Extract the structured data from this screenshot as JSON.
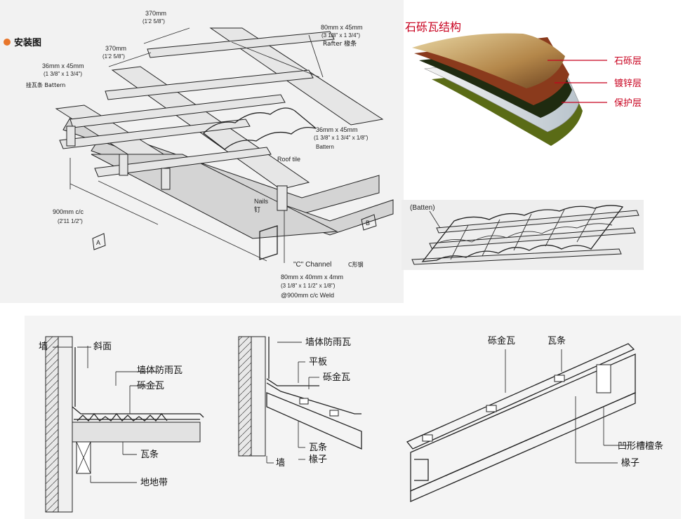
{
  "install": {
    "title": "安装图",
    "dim_370_top": "370mm",
    "dim_370_top_imp": "(1'2 5/8\")",
    "dim_370_left": "370mm",
    "dim_370_left_imp": "(1'2 5/8\")",
    "batten_main": "36mm x 45mm",
    "batten_main_imp": "(1 3/8\" x 1 3/4\")",
    "batten_main_label": "挂瓦条 Battern",
    "rafter_size": "80mm x 45mm",
    "rafter_imp": "(3 1/8\" x 1 3/4\")",
    "rafter_label": "Rafter 椽条",
    "batten_right": "36mm x 45mm",
    "batten_right_imp": "(1 3/8\" x 1 3/4\" x 1/8\")",
    "batten_right_label": "Battern",
    "roof_tile": "Roof tile",
    "nails": "Nails",
    "nails_cn": "钉",
    "spacing": "900mm c/c",
    "spacing_imp": "(2'11 1/2\")",
    "marker_a": "A",
    "marker_b": "B",
    "c_channel": "\"C\" Channel",
    "c_channel_cn": "C形钢",
    "channel_size": "80mm x 40mm x 4mm",
    "channel_imp": "(3 1/8\" x 1 1/2\" x 1/8\")",
    "channel_weld": "@900mm c/c  Weld"
  },
  "structure": {
    "title": "石砾瓦结构",
    "layers": [
      "石砾层",
      "镀锌层",
      "保护层"
    ],
    "title_color": "#c8001e"
  },
  "batten_view": {
    "label": "(Batten)"
  },
  "detail1": {
    "wall": "墙",
    "slope": "斜面",
    "rain_tile": "墙体防雨瓦",
    "stone_tile": "砾金瓦",
    "batten": "瓦条",
    "ground_strip": "地地带"
  },
  "detail2": {
    "rain_tile": "墙体防雨瓦",
    "flat_board": "平板",
    "stone_tile": "砾金瓦",
    "batten": "瓦条",
    "rafter": "椽子",
    "wall": "墙"
  },
  "detail3": {
    "stone_tile": "砾金瓦",
    "batten": "瓦条",
    "groove_purlin": "凹形槽檀条",
    "rafter": "椽子"
  }
}
